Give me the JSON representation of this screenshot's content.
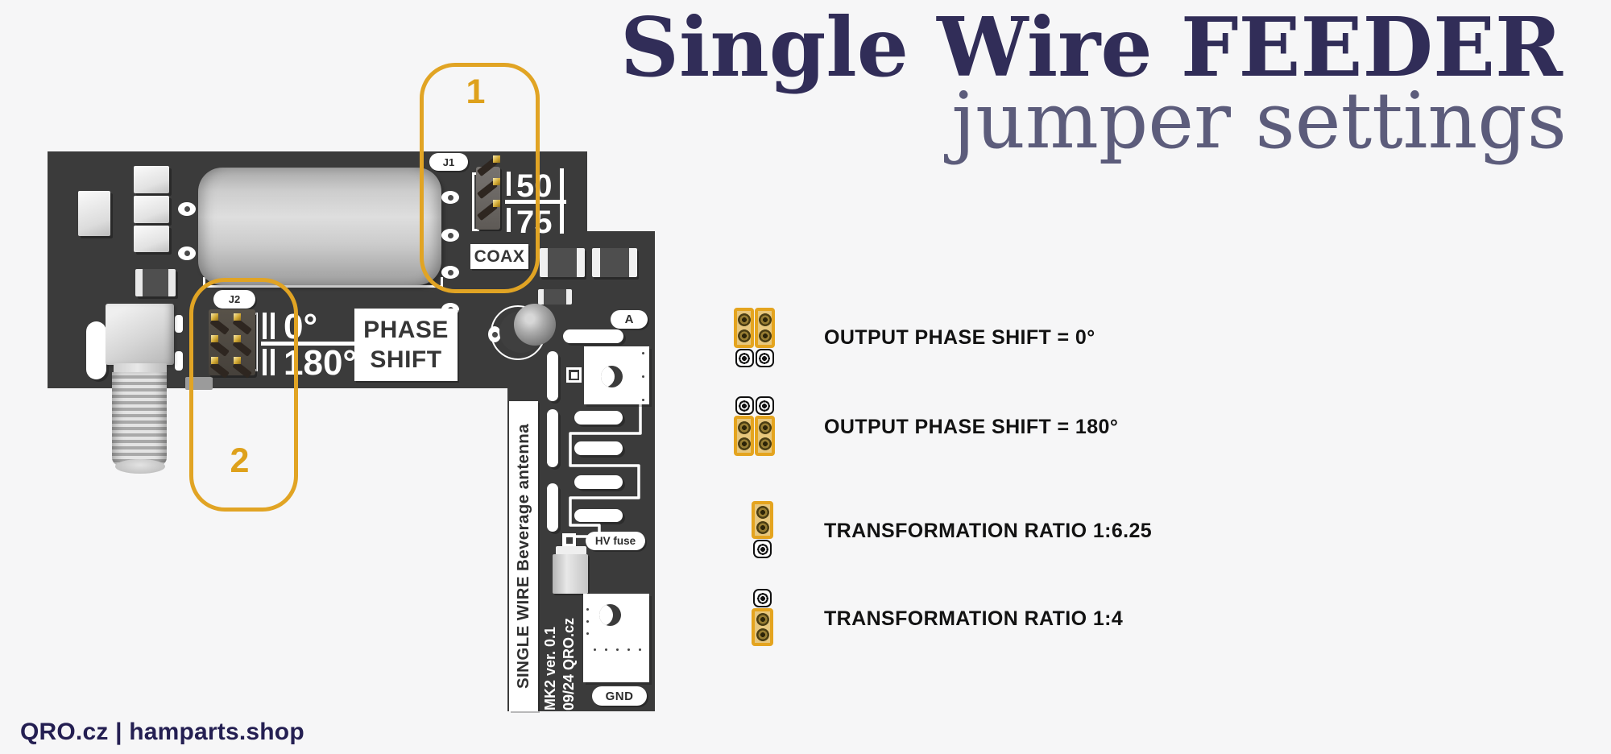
{
  "title": {
    "line1": "Single Wire FEEDER",
    "line2": "jumper settings"
  },
  "footer": {
    "text": "QRO.cz | hamparts.shop"
  },
  "callouts": {
    "c1": "1",
    "c2": "2"
  },
  "board": {
    "j1_label": "J1",
    "j2_label": "J2",
    "coax_label": "COAX",
    "impedance_50": "50",
    "impedance_75": "75",
    "phase_word1": "PHASE",
    "phase_word2": "SHIFT",
    "deg_0": "0°",
    "deg_180": "180°",
    "antenna_label": "A",
    "hv_fuse_label": "HV fuse",
    "gnd_label": "GND",
    "side_text": "SINGLE WIRE Beverage antenna",
    "version_text": "MK2 ver. 0.1",
    "brand_text": "09/24 QRO.cz"
  },
  "legend": {
    "rows": [
      {
        "label": "OUTPUT PHASE SHIFT = 0°",
        "jumper_state": "pair-top-closed"
      },
      {
        "label": "OUTPUT PHASE SHIFT = 180°",
        "jumper_state": "pair-bottom-closed"
      },
      {
        "label": "TRANSFORMATION RATIO 1:6.25",
        "jumper_state": "single-top-closed"
      },
      {
        "label": "TRANSFORMATION RATIO 1:4",
        "jumper_state": "single-bottom-closed"
      }
    ]
  },
  "colors": {
    "accent_gold": "#e1a424",
    "title_dark": "#312d58",
    "title_light": "#5c5c7b",
    "board_dark": "#3b3b3b",
    "footer_dark": "#241f52"
  }
}
